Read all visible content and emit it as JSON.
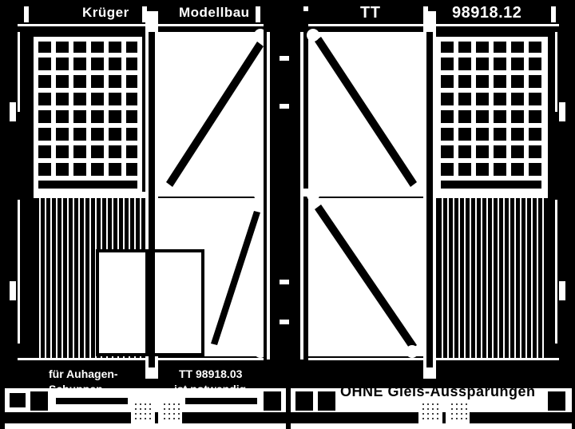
{
  "sheet": {
    "manufacturer_label": "Krüger",
    "company_label": "Modellbau",
    "scale_label": "TT",
    "part_number": "98918.12",
    "note_left_line1": "für Auhagen-",
    "note_left_line2": "Schuppen",
    "note_right_line1": "TT 98918.03",
    "note_right_line2": "ist notwendig",
    "variant_label": "OHNE Gleis-Aussparungen",
    "colors": {
      "background": "#000000",
      "metal": "#ffffff"
    }
  }
}
